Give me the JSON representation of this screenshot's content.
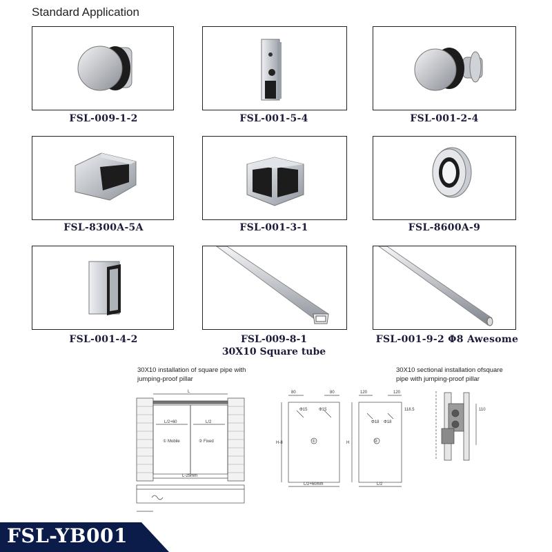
{
  "heading": "Standard Application",
  "products": [
    {
      "code": "FSL-009-1-2",
      "sub": ""
    },
    {
      "code": "FSL-001-5-4",
      "sub": ""
    },
    {
      "code": "FSL-001-2-4",
      "sub": ""
    },
    {
      "code": "FSL-8300A-5A",
      "sub": ""
    },
    {
      "code": "FSL-001-3-1",
      "sub": ""
    },
    {
      "code": "FSL-8600A-9",
      "sub": ""
    },
    {
      "code": "FSL-001-4-2",
      "sub": ""
    },
    {
      "code": "FSL-009-8-1",
      "sub": "30X10 Square tube"
    },
    {
      "code": "FSL-001-9-2 Φ8 Awesome",
      "sub": ""
    }
  ],
  "notes": {
    "left": [
      "30X10 installation of square pipe with",
      "jumping-proof pillar"
    ],
    "right": [
      "30X10 sectional installation ofsquare",
      "pipe with jumping-proof pillar"
    ]
  },
  "diagram": {
    "L": "L",
    "L2_60": "L/2+60",
    "L2": "L/2",
    "mobile": "① Mobile",
    "fixed": "② Fixed",
    "L_25": "L-25mm",
    "d80a": "80",
    "d80b": "80",
    "d120a": "120",
    "d120b": "120",
    "phi15a": "Φ15",
    "phi15b": "Φ15",
    "phi18a": "Φ18",
    "phi18b": "Φ18",
    "d118": "118.5",
    "d110": "110",
    "H8": "H-8",
    "H": "H",
    "p1": "①",
    "p2": "②",
    "bottom1": "L/2+60mm",
    "bottom2": "L/2"
  },
  "banner": {
    "title": "FSL-YB001",
    "bg": "#0c1c4a"
  }
}
